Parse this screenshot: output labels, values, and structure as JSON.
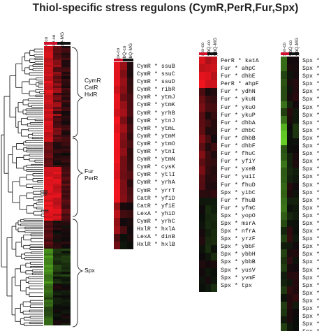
{
  "title": "Thiol-specific stress regulons (CymR,PerR,Fur,Spx)",
  "column_headers": [
    "spx-co",
    "yjbQ-co",
    "yjbQ-MG"
  ],
  "cluster_groups": [
    {
      "lines": [
        "CymR",
        "CatR",
        "HxlR"
      ]
    },
    {
      "lines": [
        "Fur",
        "PerR"
      ]
    },
    {
      "lines": [
        "Spx"
      ]
    }
  ],
  "panel1_genes": [
    "CymR * ssuB",
    "CymR * ssuC",
    "CymR * ssuD",
    "CymR * ribR",
    "CymR * ytmJ",
    "CymR * ytmK",
    "CymR * yrhB",
    "CymR * ytnJ",
    "CymR * ytmL",
    "CymR * ytmM",
    "CymR * ytmO",
    "CymR * ytnI",
    "CymR * ytmN",
    "CymR * cysK",
    "CymR * ytlI",
    "CymR * yrhA",
    "CymR * yrrT",
    "CatR * yfiD",
    "CatR * yfiE",
    "LexA * yhiD",
    "CymR * yrhC",
    "HxlR * hxlA",
    "LexA * dinB",
    "HxlR * hxlB"
  ],
  "panel2_genes": [
    "PerR * katA",
    "Fur * ahpC",
    "Fur * dhbE",
    "PerR * ahpF",
    "Fur * ydhN",
    "Fur * ykuN",
    "Fur * ykuO",
    "Fur * ykuP",
    "Fur * dhbA",
    "Fur * dhbC",
    "Fur * dhbB",
    "Fur * dhbF",
    "Fur * fhuC",
    "Fur * yfiY",
    "Fur * yxeB",
    "Fur * yuiI",
    "Fur * fhuD",
    "Spx * yibC",
    "Fur * fhuB",
    "Fur * yfmC",
    "Spx * yopO",
    "Spx * msrA",
    "Spx * nfrA",
    "Spx * yrzF",
    "Spx * ybbF",
    "Spx * ybbH",
    "Spx * ybbB",
    "Spx * yusV",
    "Spx * yvmF",
    "Spx * tpx"
  ],
  "panel3_genes": [
    "Spx *",
    "Spx *",
    "Spx *",
    "Spx *",
    "Spx *",
    "Spx *",
    "Spx *",
    "Spx *",
    "Spx *",
    "Spx *",
    "Spx *",
    "Spx *",
    "Spx *",
    "Spx *",
    "Spx *",
    "Spx *",
    "Spx *",
    "Spx *",
    "Spx *",
    "Spx *",
    "Spx *",
    "Spx *",
    "Spx *",
    "Spx *",
    "Spx *",
    "Spx *",
    "Spx *",
    "Spx *",
    "Spx *",
    "Spx *",
    "Spx *",
    "Spx *",
    "Spx *",
    "Spx *",
    "Spx *",
    "Spx *",
    "Spx *"
  ],
  "colors": {
    "high": "#e8141e",
    "mid": "#5a0f10",
    "zero": "#0a0a0a",
    "low": "#1f5e1f",
    "lowest": "#7fe030",
    "column_marker_red": "#d0102a",
    "column_marker_black": "#111111"
  }
}
